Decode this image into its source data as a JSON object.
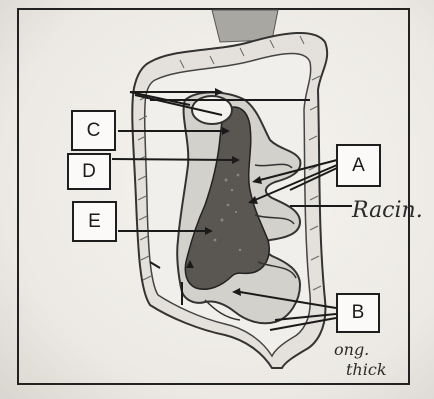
{
  "diagram": {
    "labels": [
      "C",
      "D",
      "E",
      "A",
      "B"
    ],
    "annotations": {
      "racine": "Racin.",
      "note_line1": "ong.",
      "note_line2": "thick"
    },
    "colors": {
      "paper": "#f4f2ee",
      "ink": "#222222",
      "dark_tissue": "#5a5652",
      "light_tissue": "#cfcdc8"
    }
  }
}
